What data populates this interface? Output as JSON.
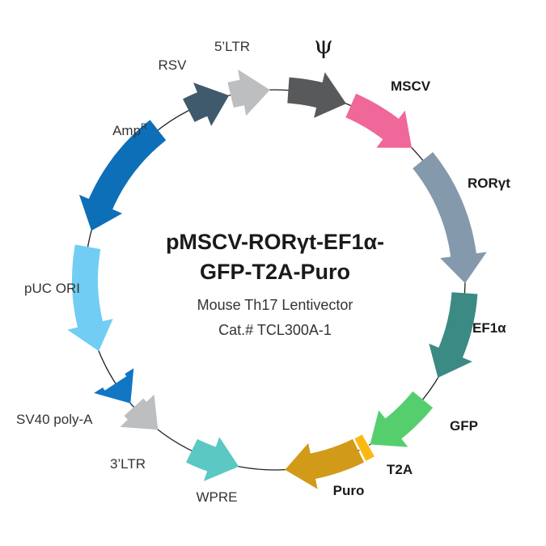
{
  "title": {
    "line1": "pMSCV-RORγt-EF1α-",
    "line2": "GFP-T2A-Puro",
    "subtitle": "Mouse Th17 Lentivector",
    "catalog": "Cat.# TCL300A-1"
  },
  "features": [
    {
      "key": "rsv",
      "label": "RSV",
      "color": "#3f5a6c",
      "bold": false
    },
    {
      "key": "ltr5",
      "label": "5’LTR",
      "color": "#bcbec0",
      "bold": false
    },
    {
      "key": "psi",
      "label": "ψ",
      "color": "#58595b",
      "bold": false
    },
    {
      "key": "mscv",
      "label": "MSCV",
      "color": "#f0679a",
      "bold": true
    },
    {
      "key": "rorgt",
      "label": "RORγt",
      "color": "#8499ac",
      "bold": true
    },
    {
      "key": "ef1a",
      "label": "EF1α",
      "color": "#3b8a84",
      "bold": true
    },
    {
      "key": "gfp",
      "label": "GFP",
      "color": "#55cf6e",
      "bold": true
    },
    {
      "key": "t2a",
      "label": "T2A",
      "color": "#f9b912",
      "bold": true
    },
    {
      "key": "puro",
      "label": "Puro",
      "color": "#d19a19",
      "bold": true
    },
    {
      "key": "wpre",
      "label": "WPRE",
      "color": "#5bc8c3",
      "bold": false
    },
    {
      "key": "ltr3",
      "label": "3’LTR",
      "color": "#bcbec0",
      "bold": false
    },
    {
      "key": "sv40",
      "label": "SV40 poly-A",
      "color": "#1177c4",
      "bold": false
    },
    {
      "key": "puc",
      "label": "pUC ORI",
      "color": "#71cdf4",
      "bold": false
    },
    {
      "key": "amp",
      "label": "Amp",
      "label_sup": "R",
      "color": "#0d6fb8",
      "bold": false
    }
  ]
}
